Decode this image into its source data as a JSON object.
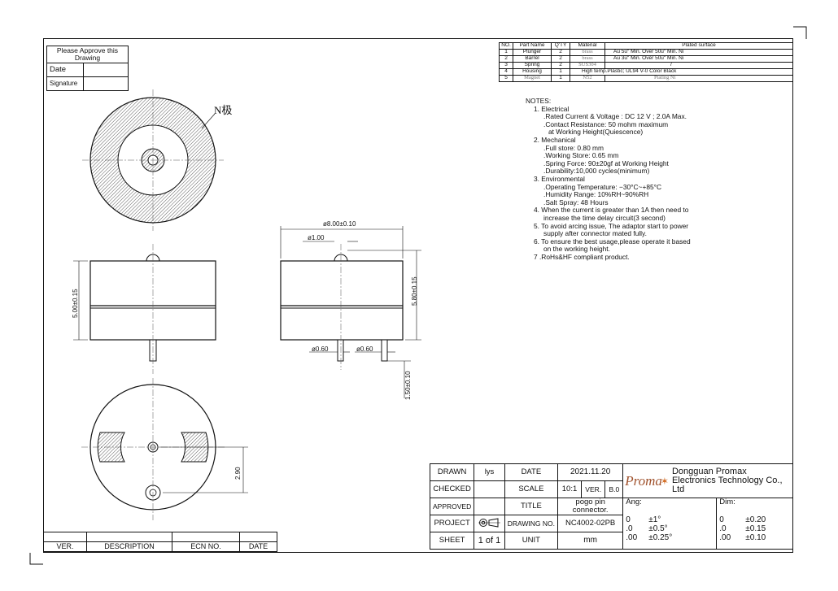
{
  "approval": {
    "header": "Please Approve this Drawing",
    "date_label": "Date",
    "signature_label": "Signature"
  },
  "parts_table": {
    "headers": [
      "NO.",
      "Part Name",
      "Q'TY",
      "Material",
      "Plated surface"
    ],
    "rows": [
      [
        "1",
        "Plunger",
        "2",
        "brass",
        "Au 5u\" Min. Over 50u\" Min. Ni"
      ],
      [
        "2",
        "Barrel",
        "2",
        "brass",
        "Au 3u\" Min. Over 50u\" Min. Ni"
      ],
      [
        "3",
        "Spring",
        "2",
        "SUS304",
        "/"
      ],
      [
        "4",
        "Housing",
        "1",
        "High temp.Plastic; UL94 V-0 Color Black",
        ""
      ],
      [
        "5",
        "Magnet",
        "1",
        "N52",
        "Plating Ni"
      ]
    ]
  },
  "notes": {
    "title": "NOTES:",
    "lines": [
      "1. Electrical",
      ".Rated Current & Voltage : DC 12 V ; 2.0A Max.",
      ".Contact Resistance: 50 mohm maximum",
      "at Working Height(Quiescence)",
      "2. Mechanical",
      ".Full store: 0.80 mm",
      ".Working Store: 0.65 mm",
      ".Spring Force: 90±20gf at Working Height",
      ".Durability:10,000 cycles(minimum)",
      "3. Environmental",
      ".Operating Temperature: −30°C~+85°C",
      ".Humidity Range: 10%RH~90%RH",
      ".Salt Spray: 48 Hours",
      "4. When the current is greater than 1A then need to",
      "increase the time delay circuit(3 second)",
      "5. To avoid arcing issue, The adaptor start to power",
      "supply after connector mated fully.",
      "6. To ensure the best usage,please operate it based",
      "on the working height.",
      "7 .RoHs&HF compliant product."
    ]
  },
  "drawing": {
    "pole_label": "N极",
    "dim_height_left": "5.00±0.15",
    "dim_width": "ø8.00±0.10",
    "dim_pin_top": "ø1.00",
    "dim_height_right": "5.80±0.15",
    "dim_pin_left": "ø0.60",
    "dim_pin_right": "ø0.60",
    "dim_pin_length": "1.50±0.10",
    "dim_center": "2.90"
  },
  "revision": {
    "headers": [
      "VER.",
      "DESCRIPTION",
      "ECN NO.",
      "DATE"
    ]
  },
  "title_block": {
    "drawn_label": "DRAWN",
    "drawn_value": "lys",
    "date_label": "DATE",
    "date_value": "2021.11.20",
    "checked_label": "CHECKED",
    "scale_label": "SCALE",
    "scale_value": "10:1",
    "ver_label": "VER.",
    "ver_value": "B.0",
    "approved_label": "APPROVED",
    "title_label": "TITLE",
    "title_value": "pogo pin connector.",
    "project_label": "PROJECT",
    "drawing_no_label": "DRAWING NO.",
    "drawing_no_value": "NC4002-02PB",
    "sheet_label": "SHEET",
    "sheet_value": "1 of 1",
    "unit_label": "UNIT",
    "unit_value": "mm",
    "logo_text": "Proma",
    "company": "Dongguan Promax Electronics Technology Co., Ltd",
    "ang_label": "Ang:",
    "ang_rows": [
      [
        "0",
        "±1°"
      ],
      [
        ".0",
        "±0.5°"
      ],
      [
        ".00",
        "±0.25°"
      ]
    ],
    "dim_label": "Dim:",
    "dim_rows": [
      [
        "0",
        "±0.20"
      ],
      [
        ".0",
        "±0.15"
      ],
      [
        ".00",
        "±0.10"
      ]
    ]
  }
}
